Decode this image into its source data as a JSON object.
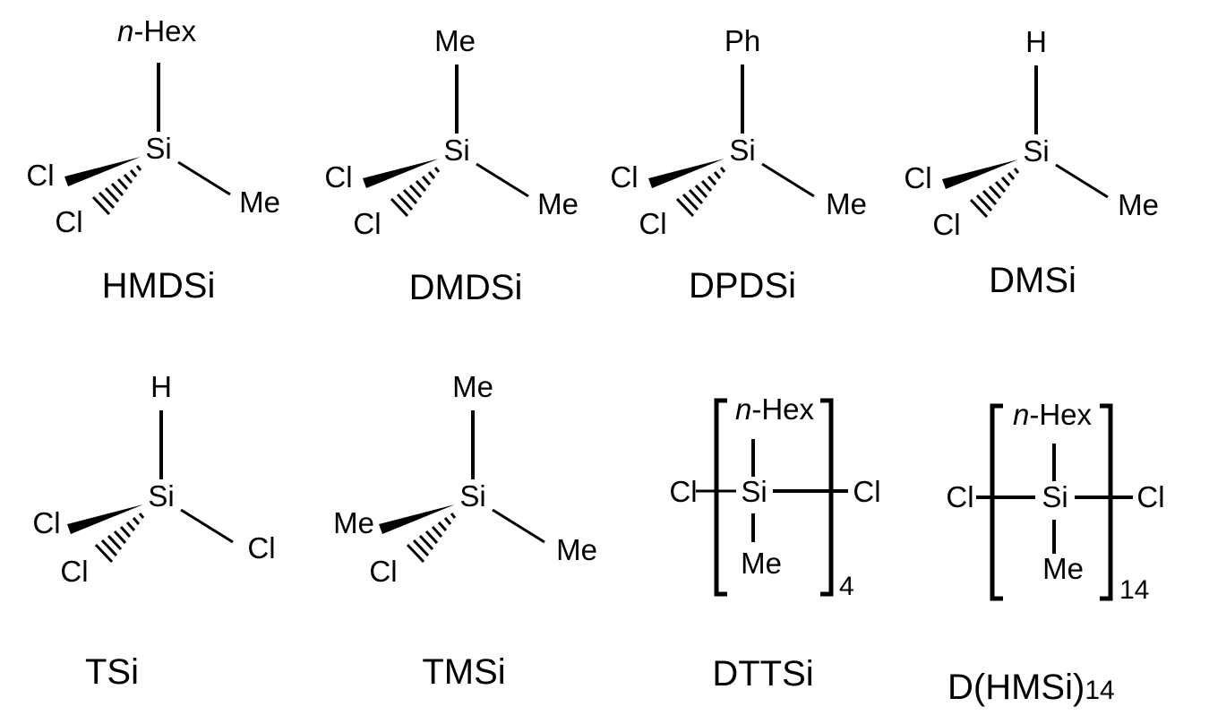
{
  "molecules": [
    {
      "name": "HMDSi",
      "top": "n-Hex",
      "top_italic": "n",
      "top_rest": "-Hex",
      "center": "Si",
      "wedge": "Cl",
      "hash": "Cl",
      "right": "Me"
    },
    {
      "name": "DMDSi",
      "top": "Me",
      "center": "Si",
      "wedge": "Cl",
      "hash": "Cl",
      "right": "Me"
    },
    {
      "name": "DPDSi",
      "top": "Ph",
      "center": "Si",
      "wedge": "Cl",
      "hash": "Cl",
      "right": "Me"
    },
    {
      "name": "DMSi",
      "top": "H",
      "center": "Si",
      "wedge": "Cl",
      "hash": "Cl",
      "right": "Me"
    },
    {
      "name": "TSi",
      "top": "H",
      "center": "Si",
      "wedge": "Cl",
      "hash": "Cl",
      "right": "Cl"
    },
    {
      "name": "TMSi",
      "top": "Me",
      "center": "Si",
      "wedge": "Me",
      "hash": "Cl",
      "right": "Me"
    }
  ],
  "polymers": [
    {
      "name": "DTTSi",
      "top_italic": "n",
      "top_rest": "-Hex",
      "center": "Si",
      "left": "Cl",
      "right": "Cl",
      "bottom": "Me",
      "repeat": "4"
    },
    {
      "name_main": "D(HMSi)",
      "name_sub": "14",
      "top_italic": "n",
      "top_rest": "-Hex",
      "center": "Si",
      "left": "Cl",
      "right": "Cl",
      "bottom": "Me",
      "repeat": "14"
    }
  ]
}
